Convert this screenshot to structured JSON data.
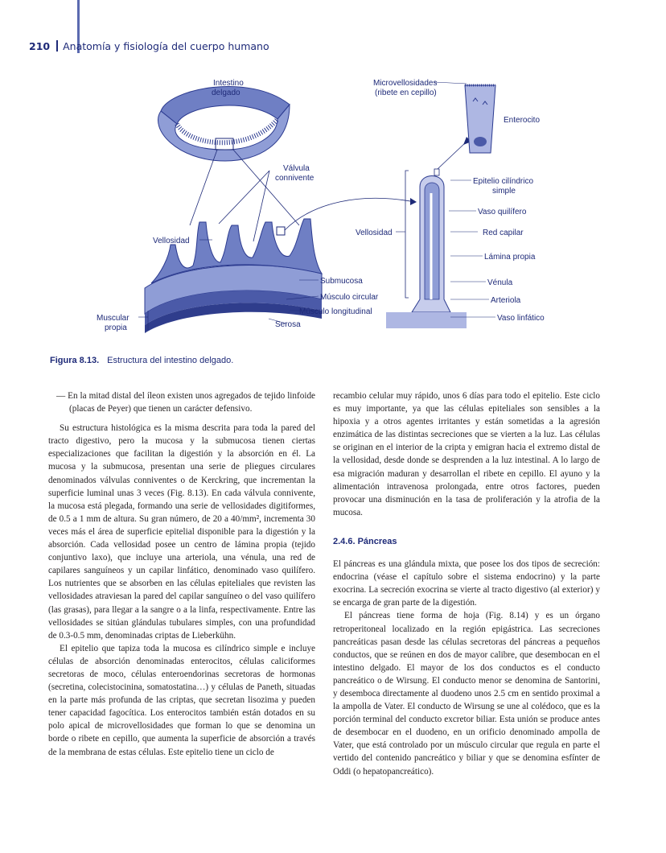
{
  "header": {
    "page_number": "210",
    "title": "Anatomía y fisiología del cuerpo humano"
  },
  "figure": {
    "labels": {
      "intestino": [
        "Intestino",
        "delgado"
      ],
      "valvula": [
        "Válvula",
        "connivente"
      ],
      "vellosidad_left": "Vellosidad",
      "submucosa": "Submucosa",
      "musculo_circular": "Músculo circular",
      "musculo_longitudinal": "Músculo longitudinal",
      "muscular_propia": [
        "Muscular",
        "propia"
      ],
      "serosa": "Serosa",
      "microvellosidades": [
        "Microvellosidades",
        "(ribete en cepillo)"
      ],
      "enterocito": "Enterocito",
      "epitelio": [
        "Epitelio cilíndrico",
        "simple"
      ],
      "vaso_quilifero": "Vaso quilífero",
      "vellosidad_right": "Vellosidad",
      "red_capilar": "Red capilar",
      "lamina_propia": "Lámina propia",
      "venula": "Vénula",
      "arteriola": "Arteriola",
      "vaso_linfatico": "Vaso linfático"
    }
  },
  "caption": {
    "label": "Figura 8.13.",
    "text": "Estructura del intestino delgado."
  },
  "left_column": [
    "— En la mitad distal del íleon existen unos agregados de tejido linfoide (placas de Peyer) que tienen un carácter defensivo.",
    "Su estructura histológica es la misma descrita para toda la pared del tracto digestivo, pero la mucosa y la submucosa tienen ciertas especializaciones que facilitan la digestión y la absorción en él. La mucosa y la submucosa, presentan una serie de pliegues circulares denominados válvulas conniventes o de Kerckring, que incrementan la superficie luminal unas 3 veces (Fig. 8.13). En cada válvula connivente, la mucosa está plegada, formando una serie de vellosidades digitiformes, de 0.5 a 1 mm de altura. Su gran número, de 20 a 40/mm², incrementa 30 veces más el área de superficie epitelial disponible para la digestión y la absorción. Cada vellosidad posee un centro de lámina propia (tejido conjuntivo laxo), que incluye una arteriola, una vénula, una red de capilares sanguíneos y un capilar linfático, denominado vaso quilífero. Los nutrientes que se absorben en las células epiteliales que revisten las vellosidades atraviesan la pared del capilar sanguíneo o del vaso quilífero (las grasas), para llegar a la sangre o a la linfa, respectivamente. Entre las vellosidades se sitúan glándulas tubulares simples, con una profundidad de 0.3-0.5 mm, denominadas criptas de Lieberkühn.",
    "El epitelio que tapiza toda la mucosa es cilíndrico simple e incluye células de absorción denominadas enterocitos, células caliciformes secretoras de moco, células enteroendorinas secretoras de hormonas (secretina, colecistocinina, somatostatina…) y células de Paneth, situadas en la parte más profunda de las criptas, que secretan lisozima y pueden tener capacidad fagocítica. Los enterocitos también están dotados en su polo apical de microvellosidades que forman lo que se denomina un borde o ribete en cepillo, que aumenta la superficie de absorción a través de la membrana de estas células. Este epitelio tiene un ciclo de"
  ],
  "right_column": {
    "para1": "recambio celular muy rápido, unos 6 días para todo el epitelio. Este ciclo es muy importante, ya que las células epiteliales son sensibles a la hipoxia y a otros agentes irritantes y están sometidas a la agresión enzimática de las distintas secreciones que se vierten a la luz. Las células se originan en el interior de la cripta y emigran hacia el extremo distal de la vellosidad, desde donde se desprenden a la luz intestinal. A lo largo de esa migración maduran y desarrollan el ribete en cepillo. El ayuno y la alimentación intravenosa prolongada, entre otros factores, pueden provocar una disminución en la tasa de proliferación y la atrofia de la mucosa.",
    "section_title": "2.4.6. Páncreas",
    "para2": "El páncreas es una glándula mixta, que posee los dos tipos de secreción: endocrina (véase el capítulo sobre el sistema endocrino) y la parte exocrina. La secreción exocrina se vierte al tracto digestivo (al exterior) y se encarga de gran parte de la digestión.",
    "para3": "El páncreas tiene forma de hoja (Fig. 8.14) y es un órgano retroperitoneal localizado en la región epigástrica. Las secreciones pancreáticas pasan desde las células secretoras del páncreas a pequeños conductos, que se reúnen en dos de mayor calibre, que desembocan en el intestino delgado. El mayor de los dos conductos es el conducto pancreático o de Wirsung. El conducto menor se denomina de Santorini, y desemboca directamente al duodeno unos 2.5 cm en sentido proximal a la ampolla de Vater. El conducto de Wirsung se une al colédoco, que es la porción terminal del conducto excretor biliar. Esta unión se produce antes de desembocar en el duodeno, en un orificio denominado ampolla de Vater, que está controlado por un músculo circular que regula en parte el vertido del contenido pancreático y biliar y que se denomina esfínter de Oddi (o hepatopancreático)."
  }
}
